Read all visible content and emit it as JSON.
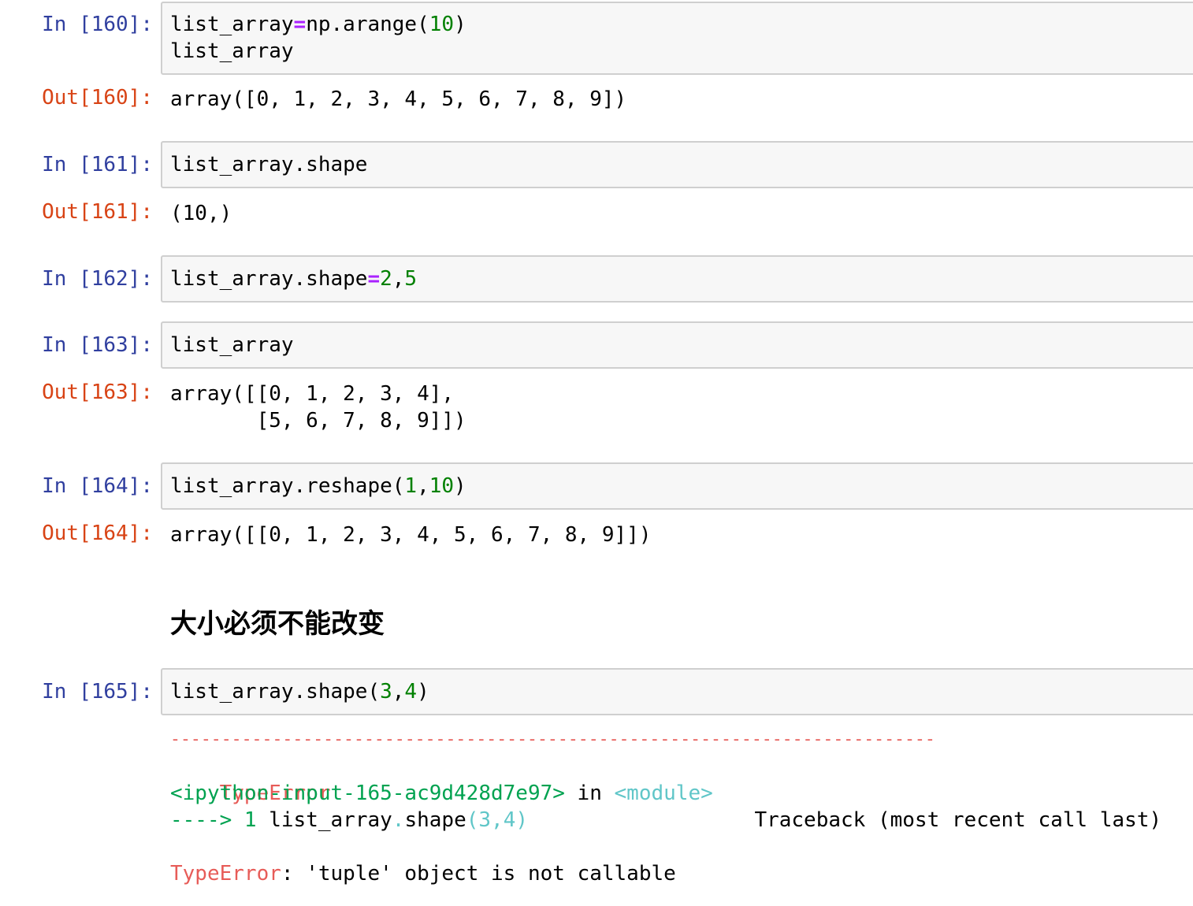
{
  "cells": [
    {
      "in_prompt": "In [160]:",
      "code_lines": [
        {
          "a": "list_array",
          "op": "=",
          "b": "np.arange(",
          "num": "10",
          "c": ")"
        },
        {
          "a": "list_array"
        }
      ],
      "out_prompt": "Out[160]:",
      "output_lines": [
        "array([0, 1, 2, 3, 4, 5, 6, 7, 8, 9])"
      ]
    },
    {
      "in_prompt": "In [161]:",
      "code": "list_array.shape",
      "out_prompt": "Out[161]:",
      "output_lines": [
        "(10,)"
      ]
    },
    {
      "in_prompt": "In [162]:",
      "code_a": "list_array.shape",
      "code_op": "=",
      "code_n1": "2",
      "code_comma": ",",
      "code_n2": "5"
    },
    {
      "in_prompt": "In [163]:",
      "code": "list_array",
      "out_prompt": "Out[163]:",
      "output_lines": [
        "array([[0, 1, 2, 3, 4],",
        "       [5, 6, 7, 8, 9]])"
      ]
    },
    {
      "in_prompt": "In [164]:",
      "code_a": "list_array.reshape(",
      "code_n1": "1",
      "code_comma": ",",
      "code_n2": "10",
      "code_end": ")",
      "out_prompt": "Out[164]:",
      "output_lines": [
        "array([[0, 1, 2, 3, 4, 5, 6, 7, 8, 9]])"
      ]
    }
  ],
  "markdown_heading": "大小必须不能改变",
  "error_cell": {
    "in_prompt": "In [165]:",
    "code_a": "list_array.shape(",
    "code_n1": "3",
    "code_comma": ",",
    "code_n2": "4",
    "code_end": ")",
    "separator": "---------------------------------------------------------------------------",
    "error_type": "TypeError",
    "traceback_label": "Traceback (most recent call last)",
    "input_ref": "<ipython-input-165-ac9d428d7e97>",
    "in_word": " in ",
    "module": "<module>",
    "arrow": "---->",
    "line_no": " 1 ",
    "tb_code_a": "list_array",
    "tb_dot": ".",
    "tb_code_b": "shape",
    "tb_paren": "(3,4)",
    "final_type": "TypeError",
    "final_msg": ": 'tuple' object is not callable"
  },
  "colors": {
    "in_prompt": "#303F9F",
    "out_prompt": "#D84315",
    "operator": "#AA22FF",
    "number": "#008000",
    "error_red": "#E75C58",
    "traceback_green": "#00A250",
    "traceback_cyan": "#60C6C8"
  }
}
